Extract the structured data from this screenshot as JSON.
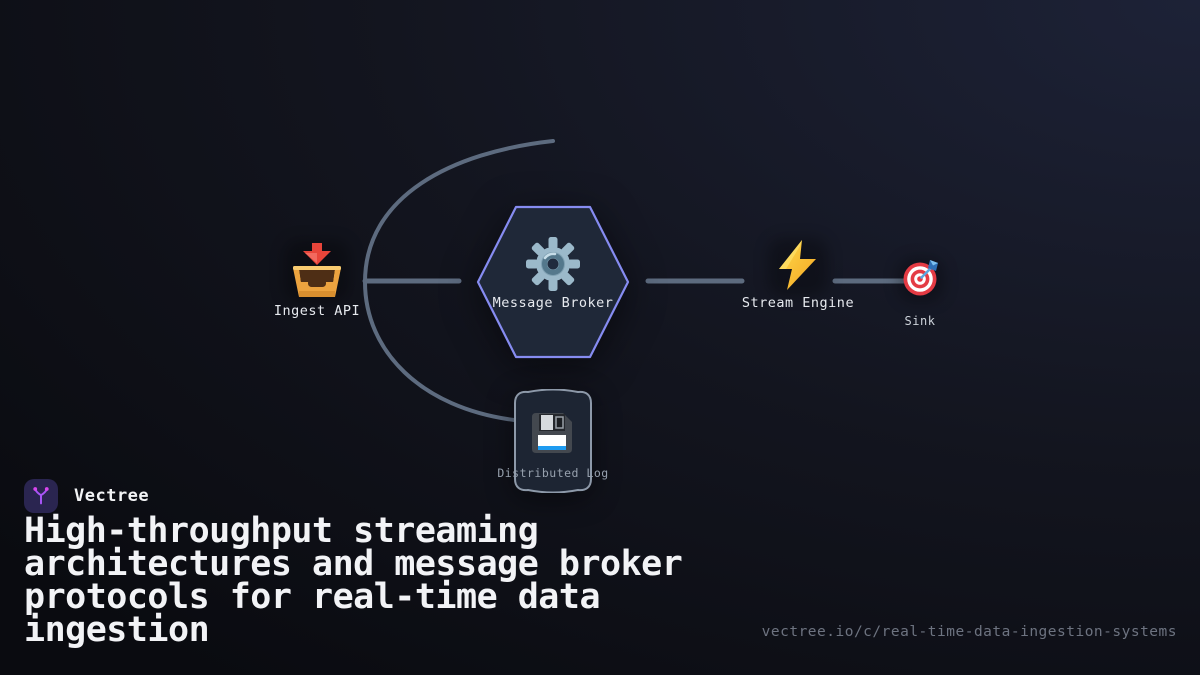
{
  "background": {
    "top_right": "#1d2237",
    "bottom_left": "#0a0b10"
  },
  "diagram": {
    "edge_color": "#5d6b7f",
    "nodes": [
      {
        "id": "ingest-api",
        "label": "Ingest API",
        "icon": "inbox-tray-icon",
        "shape": "plain"
      },
      {
        "id": "message-broker",
        "label": "Message Broker",
        "icon": "gear-icon",
        "shape": "hexagon",
        "fill": "#1f2838",
        "border": "#868cf1"
      },
      {
        "id": "stream-engine",
        "label": "Stream Engine",
        "icon": "lightning-bolt-icon",
        "shape": "plain"
      },
      {
        "id": "sink",
        "label": "Sink",
        "icon": "dart-target-icon",
        "shape": "plain"
      },
      {
        "id": "distributed-log",
        "label": "Distributed Log",
        "icon": "floppy-disk-icon",
        "shape": "rounded-cylinder",
        "fill": "#1d2533",
        "border": "#8d99a9"
      }
    ],
    "edges": [
      {
        "from": "ingest-api",
        "to": "message-broker",
        "style": "straight"
      },
      {
        "from": "message-broker",
        "to": "stream-engine",
        "style": "straight"
      },
      {
        "from": "stream-engine",
        "to": "sink",
        "style": "straight"
      },
      {
        "from": "message-broker",
        "to": "distributed-log",
        "style": "arc-left"
      }
    ]
  },
  "footer": {
    "brand": {
      "name": "Vectree",
      "logo": "vectree-branch-icon",
      "logo_bg": "#2a2550",
      "logo_accent": "#b154f0"
    },
    "title": "High-throughput streaming architectures and message broker protocols for real-time data ingestion",
    "url": "vectree.io/c/real-time-data-ingestion-systems"
  }
}
